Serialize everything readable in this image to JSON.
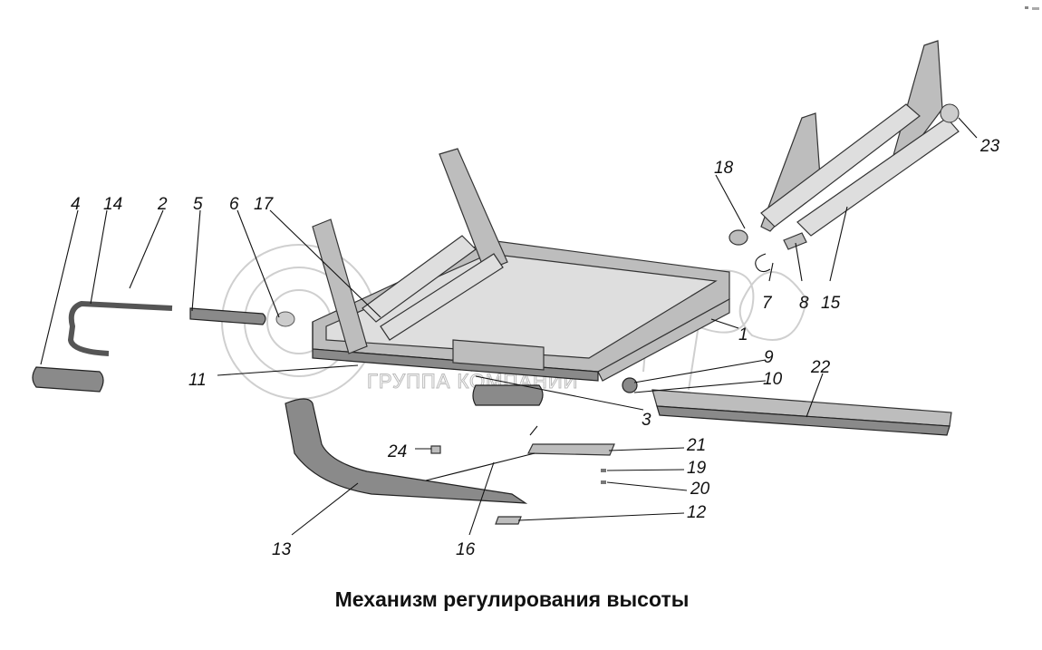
{
  "title": "Механизм регулирования высоты",
  "watermark": {
    "logo_text": "белаго",
    "subtitle": "ГРУППА КОМПАНИЙ"
  },
  "labels": [
    "4",
    "14",
    "2",
    "5",
    "6",
    "17",
    "18",
    "23",
    "7",
    "8",
    "15",
    "1",
    "9",
    "10",
    "22",
    "11",
    "3",
    "24",
    "21",
    "19",
    "20",
    "12",
    "13",
    "16"
  ]
}
